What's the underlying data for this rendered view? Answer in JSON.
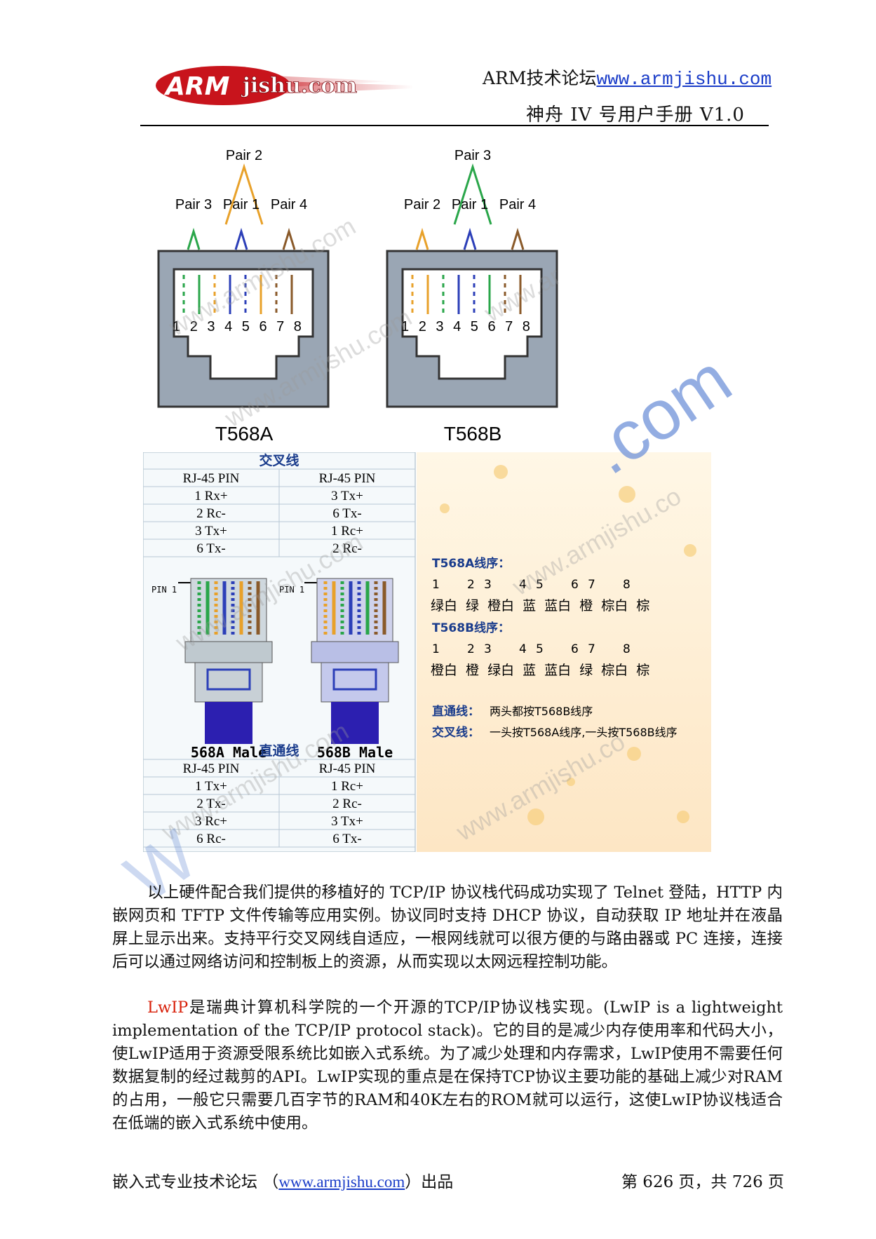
{
  "header": {
    "logo_text": "ARMjishu.com",
    "forum_label": "ARM技术论坛",
    "forum_url": "www.armjishu.com",
    "manual_title": "神舟 IV 号用户手册  V1.0"
  },
  "figure_top": {
    "left": {
      "title": "T568A",
      "pair_top": "Pair 2",
      "pairs": [
        "Pair 3",
        "Pair 1",
        "Pair 4"
      ],
      "pins": "1 2 3 4 5 6 7 8"
    },
    "right": {
      "title": "T568B",
      "pair_top": "Pair 3",
      "pairs": [
        "Pair 2",
        "Pair 1",
        "Pair 4"
      ],
      "pins": "1 2 3 4 5 6 7 8"
    }
  },
  "figure_mid": {
    "crossover": {
      "title": "交叉线",
      "headers": [
        "RJ-45 PIN",
        "RJ-45 PIN"
      ],
      "rows": [
        [
          "1 Rx+",
          "3 Tx+"
        ],
        [
          "2 Rc-",
          "6 Tx-"
        ],
        [
          "3 Tx+",
          "1 Rc+"
        ],
        [
          "6 Tx-",
          "2 Rc-"
        ]
      ]
    },
    "plugs": {
      "pin_label": "PIN 1",
      "left": "568A Male",
      "right": "568B Male"
    },
    "straight": {
      "title": "直通线",
      "headers": [
        "RJ-45 PIN",
        "RJ-45 PIN"
      ],
      "rows": [
        [
          "1 Tx+",
          "1 Rc+"
        ],
        [
          "2 Tx-",
          "2 Rc-"
        ],
        [
          "3 Rc+",
          "3 Tx+"
        ],
        [
          "6 Rc-",
          "6 Tx-"
        ]
      ]
    },
    "t568a": {
      "title": "T568A线序：",
      "numbers": [
        "1",
        "2",
        "3",
        "4",
        "5",
        "6",
        "7",
        "8"
      ],
      "colors": "绿白 绿 橙白 蓝 蓝白 橙 棕白 棕"
    },
    "t568b": {
      "title": "T568B线序：",
      "numbers": [
        "1",
        "2",
        "3",
        "4",
        "5",
        "6",
        "7",
        "8"
      ],
      "colors": "橙白 橙 绿白 蓝 蓝白 绿 棕白 棕"
    },
    "straight_note": {
      "label": "直通线：",
      "text": "两头都按T568B线序"
    },
    "cross_note": {
      "label": "交叉线：",
      "text": "一头按T568A线序,一头按T568B线序"
    }
  },
  "paragraph1": "以上硬件配合我们提供的移植好的 TCP/IP 协议栈代码成功实现了 Telnet 登陆，HTTP 内嵌网页和 TFTP 文件传输等应用实例。协议同时支持 DHCP 协议，自动获取 IP 地址并在液晶屏上显示出来。支持平行交叉网线自适应，一根网线就可以很方便的与路由器或 PC 连接，连接后可以通过网络访问和控制板上的资源，从而实现以太网远程控制功能。",
  "paragraph2": {
    "highlight": "LwIP",
    "text": "是瑞典计算机科学院的一个开源的TCP/IP协议栈实现。(LwIP is a lightweight implementation of the TCP/IP protocol stack)。它的目的是减少内存使用率和代码大小，使LwIP适用于资源受限系统比如嵌入式系统。为了减少处理和内存需求，LwIP使用不需要任何数据复制的经过裁剪的API。LwIP实现的重点是在保持TCP协议主要功能的基础上减少对RAM 的占用，一般它只需要几百字节的RAM和40K左右的ROM就可以运行，这使LwIP协议栈适合在低端的嵌入式系统中使用。"
  },
  "footer": {
    "left_prefix": "嵌入式专业技术论坛 （",
    "url": "www.armjishu.com",
    "left_suffix": "）出品",
    "page_info": "第 626 页，共 726 页"
  },
  "watermarks": [
    "www.armjishu.com",
    "www.armjishu.com",
    "www.armjishu.com",
    "www.ar",
    "www.armjishu.co",
    "www.armjishu.co",
    "www.armjishu.com",
    ".com"
  ],
  "colors": {
    "link": "#1a3cc8",
    "highlight": "#d8200a",
    "logo_red": "#c8141c",
    "wire_green": "#2aa64a",
    "wire_orange": "#e8a12a",
    "wire_blue": "#2c3fb8",
    "wire_brown": "#8a5a2a"
  }
}
